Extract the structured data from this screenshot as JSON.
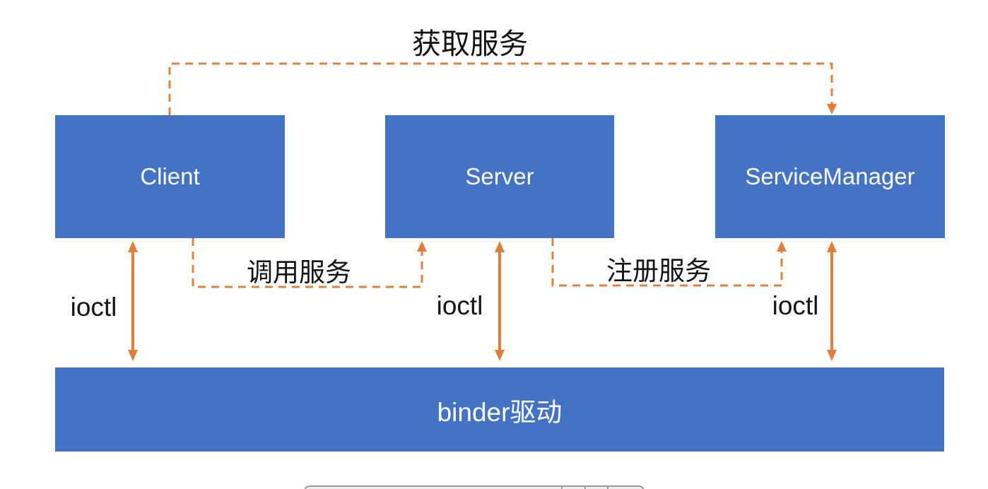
{
  "diagram": {
    "nodes": [
      {
        "id": "client",
        "label": "Client"
      },
      {
        "id": "server",
        "label": "Server"
      },
      {
        "id": "service_manager",
        "label": "ServiceManager"
      },
      {
        "id": "binder_driver",
        "label": "binder驱动"
      }
    ],
    "edges": [
      {
        "id": "get_service",
        "label": "获取服务",
        "style": "dashed-arrow",
        "from": "Client",
        "to": "ServiceManager"
      },
      {
        "id": "call_service",
        "label": "调用服务",
        "style": "dashed-arrow",
        "from": "Client",
        "to": "Server"
      },
      {
        "id": "register_service",
        "label": "注册服务",
        "style": "dashed-arrow",
        "from": "Server",
        "to": "ServiceManager"
      },
      {
        "id": "ioctl_client",
        "label": "ioctl",
        "style": "solid-double-arrow",
        "from": "Client",
        "to": "binder驱动"
      },
      {
        "id": "ioctl_server",
        "label": "ioctl",
        "style": "solid-double-arrow",
        "from": "Server",
        "to": "binder驱动"
      },
      {
        "id": "ioctl_sm",
        "label": "ioctl",
        "style": "solid-double-arrow",
        "from": "ServiceManager",
        "to": "binder驱动"
      }
    ],
    "colors": {
      "node_fill": "#4472C4",
      "node_text": "#FFFFFF",
      "connector_orange": "#DE8142",
      "label_text": "#141414",
      "background": "#FFFFFF"
    }
  }
}
